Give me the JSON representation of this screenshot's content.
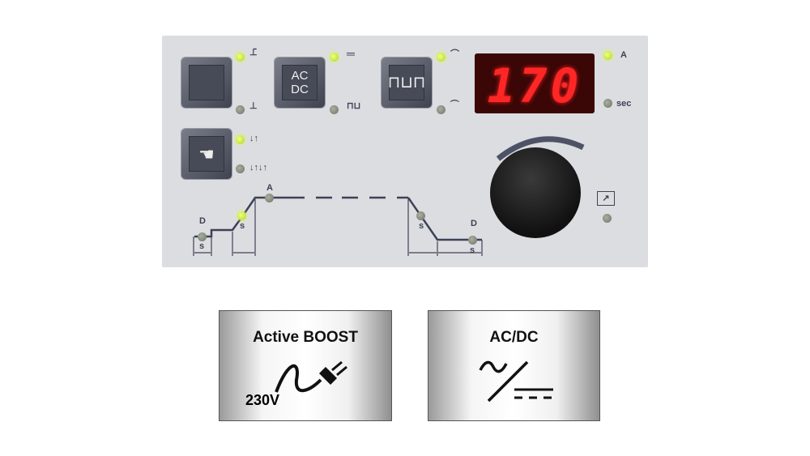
{
  "panel": {
    "buttons": {
      "acdc_line1": "AC",
      "acdc_line2": "DC"
    },
    "display": {
      "value": "170",
      "unit_a": "A",
      "unit_sec": "sec"
    },
    "leds": {
      "torch_lift": true,
      "torch_hf": false,
      "dc": true,
      "ac": false,
      "pulse_on": true,
      "pulse_off": false,
      "two_stroke": true,
      "four_stroke": false,
      "amps": true,
      "sec": false,
      "pregas": false,
      "upslope": true,
      "main_current": false,
      "downslope": false,
      "postgas": false,
      "remote": false
    },
    "curve": {
      "pregas_label": "D",
      "pregas_unit": "s",
      "upslope_unit": "s",
      "current_label": "A",
      "downslope_unit": "s",
      "postgas_label": "D",
      "postgas_unit": "s"
    }
  },
  "badges": [
    {
      "title": "Active BOOST",
      "voltage": "230V"
    },
    {
      "title": "AC/DC"
    }
  ],
  "colors": {
    "panel": "#dcdde0",
    "led_on": "#c8ef3a",
    "display_digits": "#ff2626"
  }
}
